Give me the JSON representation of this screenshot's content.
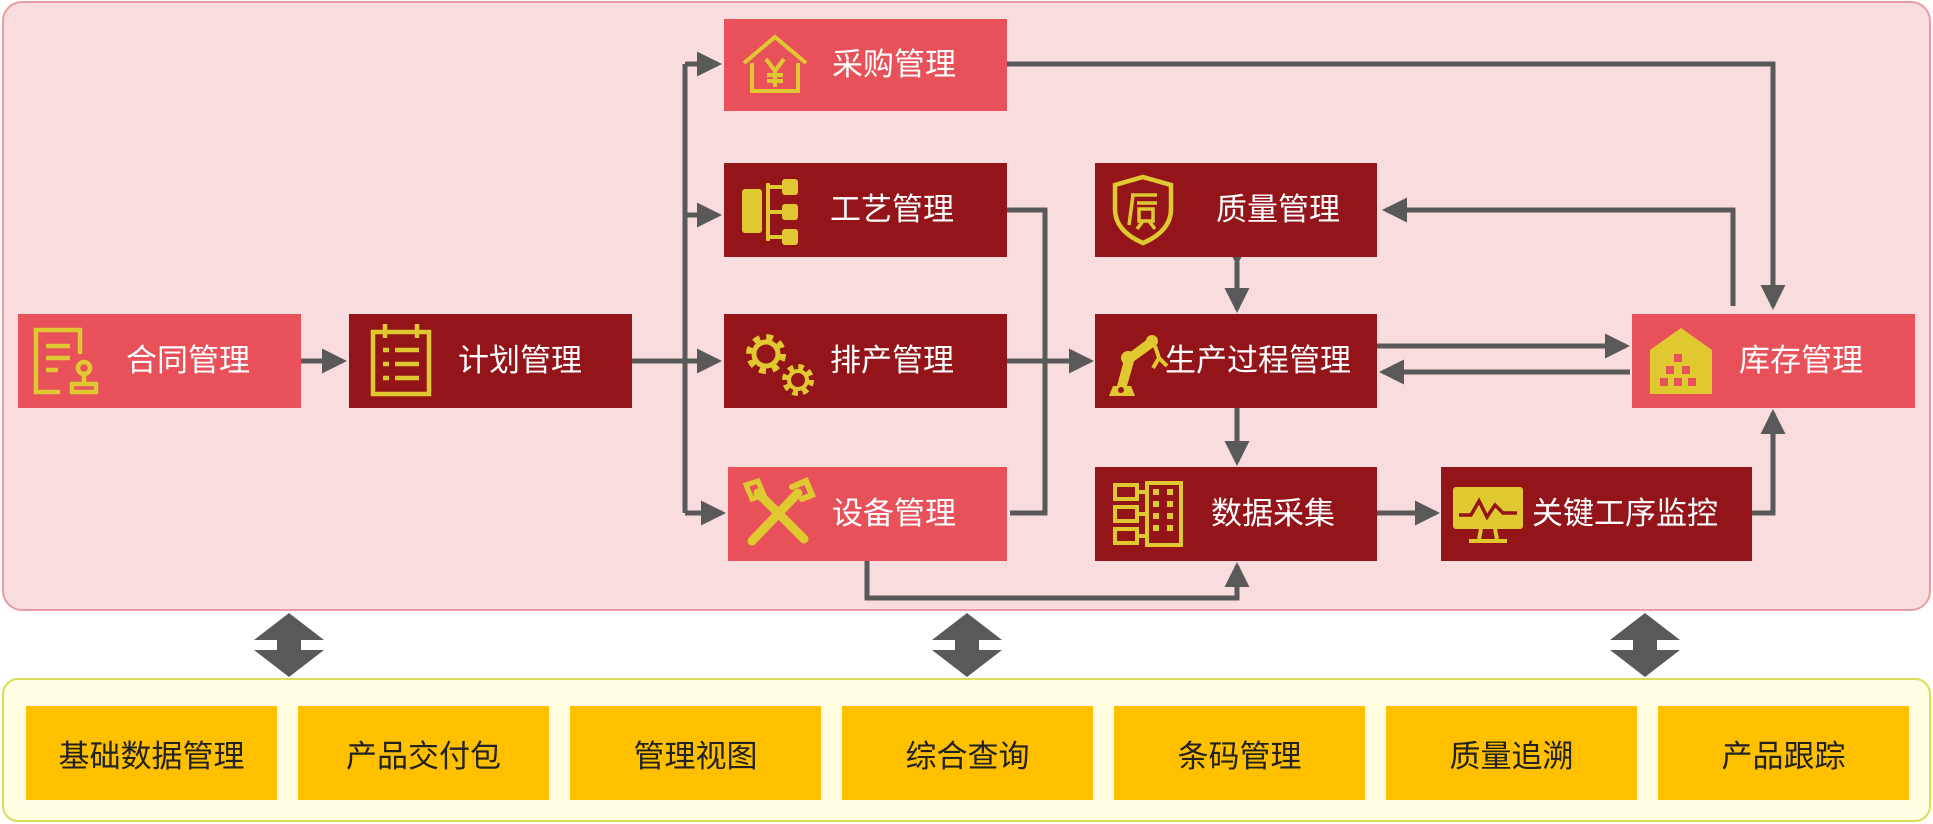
{
  "nodes": {
    "contract": "合同管理",
    "plan": "计划管理",
    "purchase": "采购管理",
    "process": "工艺管理",
    "scheduling": "排产管理",
    "equipment": "设备管理",
    "quality": "质量管理",
    "production": "生产过程管理",
    "data_collection": "数据采集",
    "key_process": "关键工序监控",
    "inventory": "库存管理"
  },
  "modules": [
    "基础数据管理",
    "产品交付包",
    "管理视图",
    "综合查询",
    "条码管理",
    "质量追溯",
    "产品跟踪"
  ],
  "colors": {
    "light_node": "#e8515a",
    "dark_node": "#931419",
    "icon": "#e0c830",
    "module": "#ffc000",
    "arrow": "#595959",
    "top_panel": "#f9dcdd",
    "bottom_panel": "#fffee3"
  },
  "icons": [
    "contract-icon",
    "calendar-icon",
    "house-yen-icon",
    "tree-icon",
    "gears-icon",
    "tools-icon",
    "shield-quality-icon",
    "robot-arm-icon",
    "data-rack-icon",
    "monitor-chart-icon",
    "warehouse-icon"
  ]
}
